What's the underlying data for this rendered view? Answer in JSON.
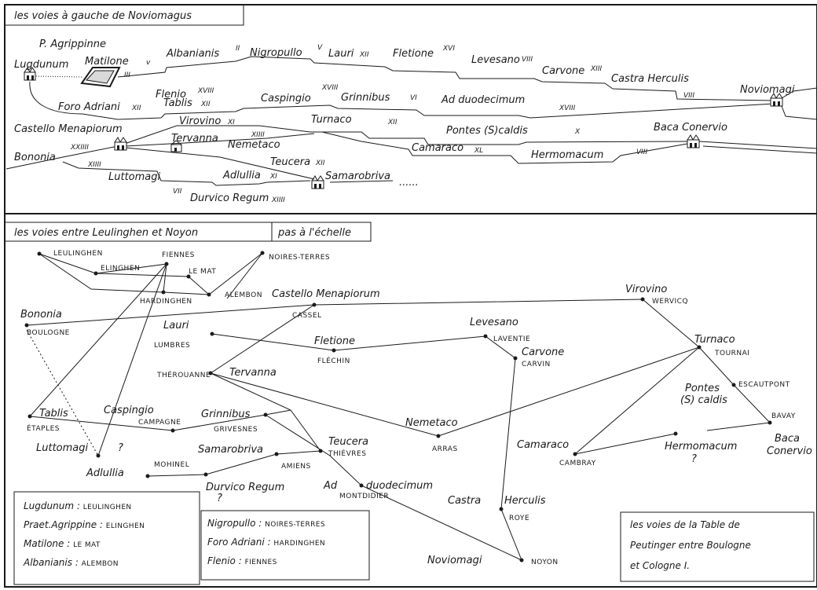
{
  "top_panel": {
    "header": "les voies  à gauche de Noviomagus",
    "labels": {
      "p_agrippinne": "P. Agrippinne",
      "lugdunum": "Lugdunum",
      "matilone": "Matilone",
      "albanianis": "Albanianis",
      "nigropullo": "Nigropullo",
      "lauri": "Lauri",
      "fletione": "Fletione",
      "levesano": "Levesano",
      "carvone": "Carvone",
      "castra_herculis": "Castra Herculis",
      "noviomagi": "Noviomagi",
      "flenio": "Flenio",
      "foro_adriani": "Foro Adriani",
      "tablis": "Tablis",
      "caspingio": "Caspingio",
      "grinnibus": "Grinnibus",
      "ad_duodecimum": "Ad duodecimum",
      "castello_menapiorum": "Castello Menapiorum",
      "virovino": "Virovino",
      "turnaco": "Turnaco",
      "pontes_scaldis": "Pontes (S)caldis",
      "baca_conervio": "Baca Conervio",
      "bononia": "Bononia",
      "tervanna": "Tervanna",
      "nemetaco": "Nemetaco",
      "camaraco": "Camaraco",
      "hermomacum": "Hermomacum",
      "luttomagi": "Luttomagi",
      "adlullia": "Adlullia",
      "teucera": "Teucera",
      "samarobriva": "Samarobriva",
      "durvico_regum": "Durvico Regum",
      "dots": "......"
    },
    "numerals": {
      "matilone_v": "v",
      "agrippinne_iii": "III",
      "albanianis_ii": "II",
      "nigropullo_v": "V",
      "lauri_xii": "XII",
      "fletione_xvi": "XVI",
      "levesano_viii": "VIII",
      "carvone_xiii": "XIII",
      "castra_viii": "VIII",
      "flenio_xviii": "XVIII",
      "foro_xii": "XII",
      "tablis_xii": "XII",
      "caspingio_xviii": "XVIII",
      "grinnibus_vi": "VI",
      "ad_xviii": "XVIII",
      "virovino_xi": "XI",
      "xiiii_a": "XIIII",
      "turnaco_xii": "XII",
      "pontes_x": "X",
      "bononia_xxiiii": "XXIIII",
      "xiiii_b": "XIIII",
      "camaraco_xl": "XL",
      "hermomacum_viii": "VIII",
      "teucera_xii": "XII",
      "adlullia_xi": "XI",
      "durvico_vii": "VII",
      "durvico_xiiii": "XIIII"
    }
  },
  "bottom_panel": {
    "header_left": "les voies  entre Leulinghen et Noyon",
    "header_right": "pas à l'échelle",
    "modern": {
      "leulinghen": "LEULINGHEN",
      "fiennes": "FIENNES",
      "noires_terres": "NOIRES-TERRES",
      "elinghen": "ELINGHEN",
      "le_mat": "LE MAT",
      "hardinghen": "HARDINGHEN",
      "alembon": "ALEMBON",
      "cassel": "CASSEL",
      "wervicq": "WERVICQ",
      "boulogne": "BOULOGNE",
      "lumbres": "LUMBRES",
      "laventie": "LAVENTIE",
      "flechin": "FLÉCHIN",
      "carvin": "CARVIN",
      "tournai": "TOURNAI",
      "therouanne": "THÉROUANNE",
      "escautpont": "ESCAUTPONT",
      "etaples": "ÉTAPLES",
      "campagne": "CAMPAGNE",
      "grivesnes": "GRIVESNES",
      "bavay": "BAVAY",
      "arras": "ARRAS",
      "thievres": "THIÈVRES",
      "mohinel": "MOHINEL",
      "amiens": "AMIENS",
      "cambray": "CAMBRAY",
      "montdidier": "MONTDIDIER",
      "roye": "ROYE",
      "noyon": "NOYON"
    },
    "ancient": {
      "castello_menapiorum": "Castello Menapiorum",
      "virovino": "Virovino",
      "bononia": "Bononia",
      "lauri": "Lauri",
      "levesano": "Levesano",
      "fletione": "Fletione",
      "carvone": "Carvone",
      "turnaco": "Turnaco",
      "tervanna": "Tervanna",
      "pontes": "Pontes",
      "scaldis": "(S) caldis",
      "tablis": "Tablis",
      "caspingio": "Caspingio",
      "grinnibus": "Grinnibus",
      "baca": "Baca",
      "conervio": "Conervio",
      "nemetaco": "Nemetaco",
      "luttomagi": "Luttomagi",
      "q1": "?",
      "teucera": "Teucera",
      "samarobriva": "Samarobriva",
      "camaraco": "Camaraco",
      "hermomacum": "Hermomacum",
      "q2": "?",
      "adlullia": "Adlullia",
      "durvico_regum": "Durvico Regum",
      "q3": "?",
      "ad": "Ad",
      "duodecimum": "duodecimum",
      "castra": "Castra",
      "herculis": "Herculis",
      "noviomagi": "Noviomagi"
    },
    "legend1": [
      {
        "ancient": "Lugdunum : ",
        "modern": "LEULINGHEN"
      },
      {
        "ancient": "Praet.Agrippine : ",
        "modern": "ELINGHEN"
      },
      {
        "ancient": "Matilone : ",
        "modern": "LE MAT"
      },
      {
        "ancient": "Albanianis : ",
        "modern": "ALEMBON"
      }
    ],
    "legend2": [
      {
        "ancient": "Nigropullo : ",
        "modern": "NOIRES-TERRES"
      },
      {
        "ancient": "Foro Adriani : ",
        "modern": "HARDINGHEN"
      },
      {
        "ancient": "Flenio : ",
        "modern": "FIENNES"
      }
    ],
    "legend3": [
      "les voies  de la Table de",
      "Peutinger entre  Boulogne",
      "et Cologne  I."
    ]
  }
}
